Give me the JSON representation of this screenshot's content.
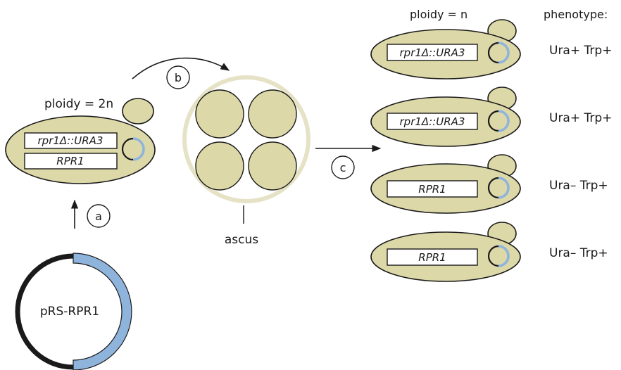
{
  "diploid": {
    "ploidy_label": "ploidy = 2n",
    "genes": [
      "rpr1Δ::URA3",
      "RPR1"
    ]
  },
  "haploid_header": "ploidy = n",
  "phenotype_header": "phenotype:",
  "haploids": [
    {
      "gene": "rpr1Δ::URA3",
      "phenotype": "Ura+ Trp+"
    },
    {
      "gene": "rpr1Δ::URA3",
      "phenotype": "Ura+ Trp+"
    },
    {
      "gene": "RPR1",
      "phenotype": "Ura– Trp+"
    },
    {
      "gene": "RPR1",
      "phenotype": "Ura– Trp+"
    }
  ],
  "steps": {
    "a": "a",
    "b": "b",
    "c": "c"
  },
  "ascus_label": "ascus",
  "plasmid_label": "pRS-RPR1",
  "colors": {
    "cell": "#ddd8a8",
    "marker": "#8fb4dc",
    "ascus_wall": "#e6e2c6"
  }
}
